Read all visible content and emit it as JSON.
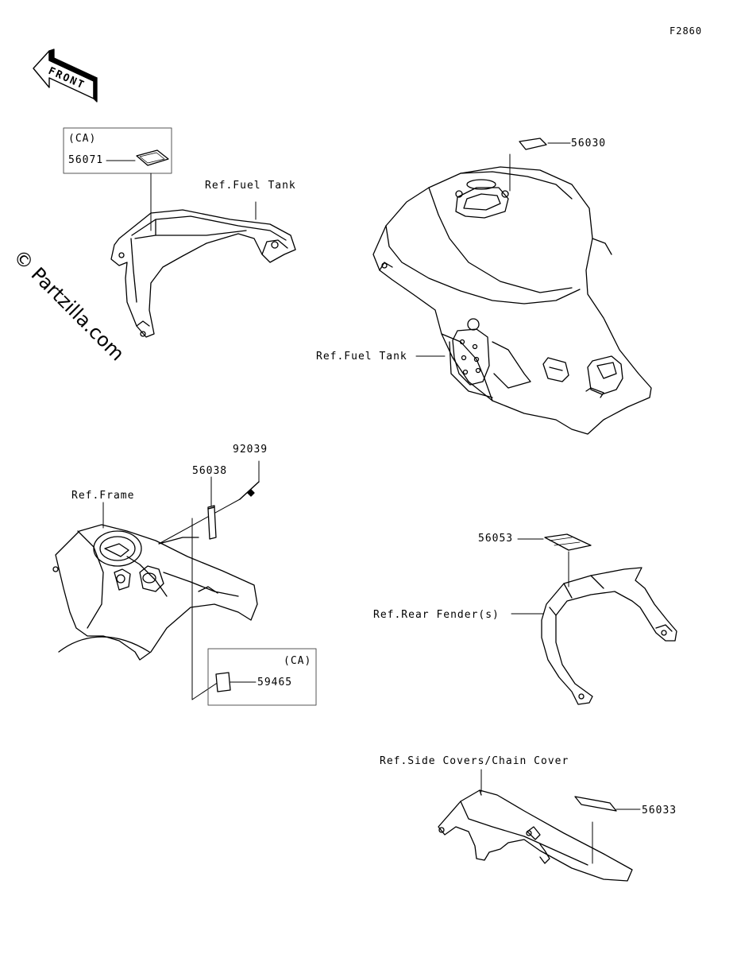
{
  "figure_code": "F2860",
  "front_label": "FRONT",
  "watermark": "© Partzilla.com",
  "labels": {
    "ca_top": "(CA)",
    "p56071": "56071",
    "ref_fuel_tank_top": "Ref.Fuel Tank",
    "p56030": "56030",
    "ref_fuel_tank_mid": "Ref.Fuel Tank",
    "p92039": "92039",
    "p56038": "56038",
    "ref_frame": "Ref.Frame",
    "ca_bottom": "(CA)",
    "p59465": "59465",
    "p56053": "56053",
    "ref_rear_fender": "Ref.Rear Fender(s)",
    "ref_side_covers": "Ref.Side Covers/Chain Cover",
    "p56033": "56033"
  },
  "colors": {
    "ink": "#000000",
    "background": "#ffffff",
    "box": "#555555"
  }
}
